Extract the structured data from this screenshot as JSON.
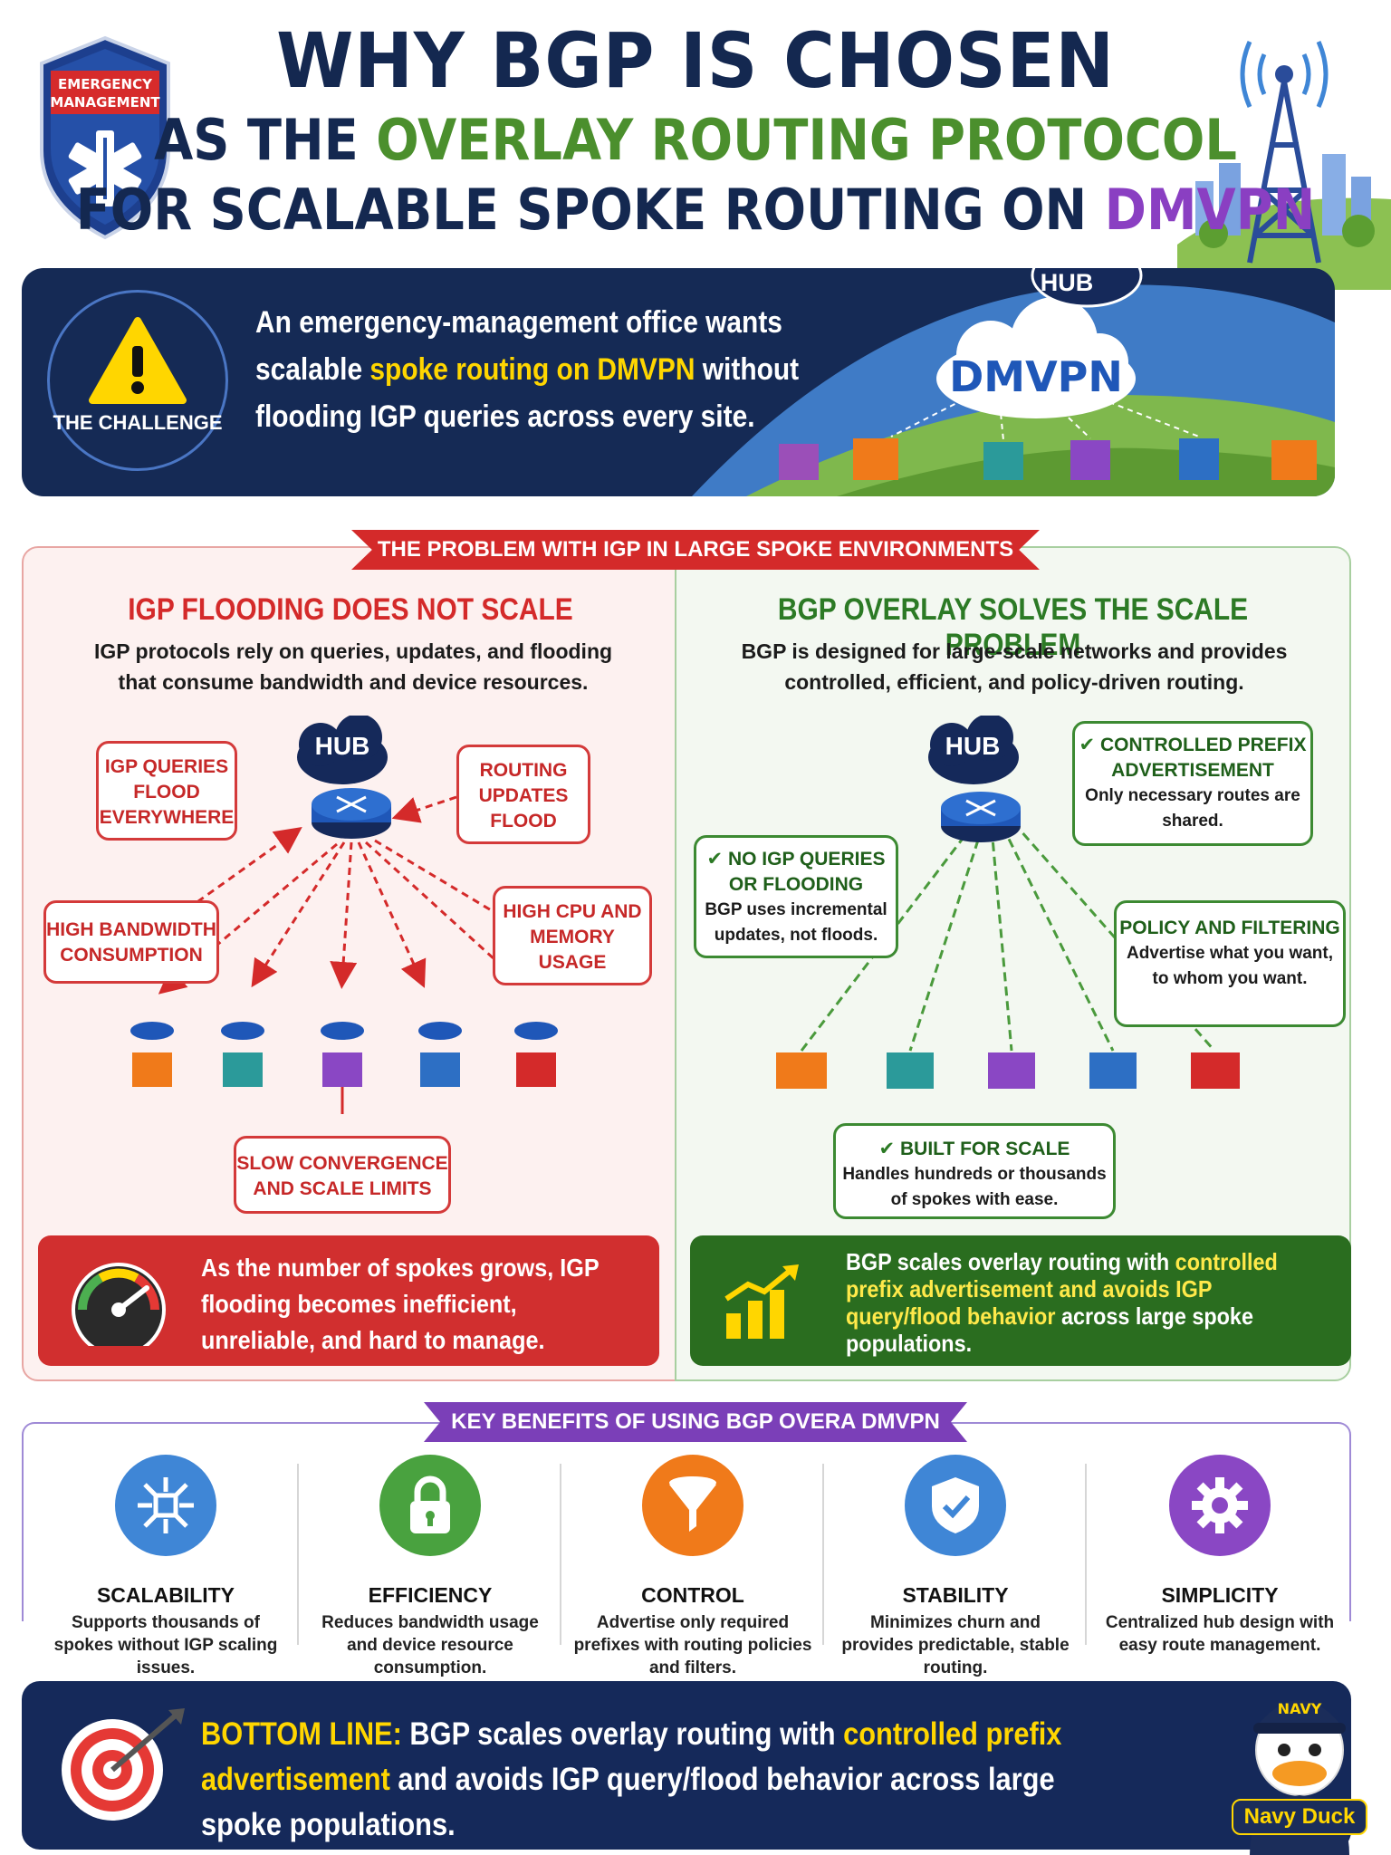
{
  "header": {
    "badge_text": [
      "EMERGENCY",
      "MANAGEMENT"
    ],
    "title_line1": "WHY BGP IS CHOSEN",
    "title_line2_a": "AS THE ",
    "title_line2_b": "OVERLAY ROUTING PROTOCOL",
    "title_line3_a": "FOR SCALABLE SPOKE ROUTING ON ",
    "title_line3_b": "DMVPN"
  },
  "challenge": {
    "label": "THE CHALLENGE",
    "text_a": "An emergency-management office wants scalable ",
    "text_highlight": "spoke routing on DMVPN",
    "text_b": " without flooding IGP queries across every site.",
    "hub_label": "HUB",
    "cloud_label": "DMVPN"
  },
  "problem": {
    "ribbon": "THE PROBLEM WITH IGP IN LARGE SPOKE ENVIRONMENTS",
    "left": {
      "heading": "IGP FLOODING DOES NOT SCALE",
      "sub": "IGP protocols rely on queries, updates, and flooding that consume bandwidth and device resources.",
      "hub_label": "HUB",
      "callout_queries": "IGP QUERIES FLOOD EVERYWHERE",
      "callout_updates": "ROUTING UPDATES FLOOD",
      "callout_bandwidth": "HIGH BANDWIDTH CONSUMPTION",
      "callout_cpu": "HIGH CPU AND MEMORY USAGE",
      "callout_convergence": "SLOW CONVERGENCE AND SCALE LIMITS",
      "bottom": "As the number of spokes grows, IGP flooding becomes inefficient, unreliable, and hard to manage."
    },
    "right": {
      "heading": "BGP OVERLAY SOLVES THE SCALE PROBLEM",
      "sub": "BGP is designed for large-scale networks and provides controlled, efficient, and policy-driven routing.",
      "hub_label": "HUB",
      "callout_prefix_title": "CONTROLLED PREFIX ADVERTISEMENT",
      "callout_prefix_body": "Only necessary routes are shared.",
      "callout_noigp_title": "NO IGP QUERIES OR FLOODING",
      "callout_noigp_body": "BGP uses incremental updates, not floods.",
      "callout_policy_title": "POLICY AND FILTERING",
      "callout_policy_body": "Advertise what you want, to whom you want.",
      "callout_scale_title": "BUILT FOR SCALE",
      "callout_scale_body": "Handles hundreds or thousands of spokes with ease.",
      "bottom_a": "BGP scales overlay routing with ",
      "bottom_hl": "controlled prefix advertisement and avoids IGP query/flood behavior",
      "bottom_b": " across large spoke populations."
    }
  },
  "benefits": {
    "ribbon": "KEY BENEFITS OF USING BGP OVERA DMVPN",
    "items": [
      {
        "title": "SCALABILITY",
        "desc": "Supports thousands of spokes without IGP scaling issues.",
        "color": "#3f86d6",
        "icon": "network-scale-icon"
      },
      {
        "title": "EFFICIENCY",
        "desc": "Reduces bandwidth usage and device resource consumption.",
        "color": "#49a23f",
        "icon": "lock-icon"
      },
      {
        "title": "CONTROL",
        "desc": "Advertise only required prefixes with routing policies and filters.",
        "color": "#f07a1a",
        "icon": "filter-icon"
      },
      {
        "title": "STABILITY",
        "desc": "Minimizes churn and provides predictable, stable routing.",
        "color": "#3f86d6",
        "icon": "shield-check-icon"
      },
      {
        "title": "SIMPLICITY",
        "desc": "Centralized hub design with easy route management.",
        "color": "#8a47c4",
        "icon": "gear-icon"
      }
    ]
  },
  "bottom_line": {
    "label": "BOTTOM LINE:",
    "text_a": " BGP scales overlay routing with ",
    "text_hl": "controlled prefix advertisement",
    "text_b": " and avoids IGP query/flood behavior across large spoke populations."
  },
  "mascot": {
    "cap_text": "NAVY",
    "name": "Navy Duck"
  },
  "colors": {
    "navy": "#15295a",
    "red": "#d42a2a",
    "green": "#2c7a25",
    "purple": "#7b3fb8",
    "yellow": "#ffd600"
  }
}
